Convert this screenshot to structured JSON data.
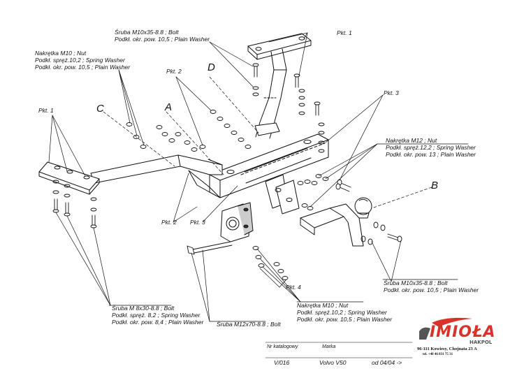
{
  "labels": {
    "bolt_top": [
      "Śruba M10x35-8.8 ; Bolt",
      "Podkł. okr. pow. 10,5 ; Plain Washer"
    ],
    "nut_left": [
      "Nakrętka M10 ; Nut",
      "Podkł. spręż.10,2 ; Spring Washer",
      "Podkł. okr. pow. 10,5 ; Plain Washer"
    ],
    "nut_m12": [
      "Nakrętka M12 ; Nut",
      "Podkł. spręż.12,2 ; Spring Washer",
      "Podkł. okr. pow. 13 ; Plain Washer"
    ],
    "bolt_right": [
      "Śruba M10x35-8.8 ; Bolt",
      "Podkł. okr. pow. 10,5 ; Plain Washer"
    ],
    "bolt_m8": [
      "Śruba M 8x30-8.8 ; Bolt",
      "Podkł. spręż. 8,2 ; Spring Washer",
      "Podkł. okr. pow. 8,4 ; Plain Washer"
    ],
    "bolt_m12": "Śruba M12x70-8.8 ; Bolt",
    "nut_bottom": [
      "Nakrętka M10 ; Nut",
      "Podkł. spręż.10,2 ; Spring Washer",
      "Podkł. okr. pow. 10,5 ; Plain Washer"
    ]
  },
  "points": {
    "pkt1_top": "Pkt. 1",
    "pkt1_left": "Pkt. 1",
    "pkt2_top": "Pkt. 2",
    "pkt2_bottom": "Pkt. 2",
    "pkt3_right": "Pkt. 3",
    "pkt3_bottom": "Pkt. 3",
    "pkt4": "Pkt. 4"
  },
  "parts": {
    "a": "A",
    "b": "B",
    "c": "C",
    "d": "D"
  },
  "footer": {
    "catalog_label": "Nr katalogowy",
    "catalog_value": "V/016",
    "brand_label": "Marka",
    "brand_value": "Volvo V50",
    "date": "od 04/04 ->"
  },
  "logo": {
    "name": "IMIOŁA",
    "sub": "HAKPOL",
    "address": "96-111 Kowiesy, Chojnata 23 A",
    "phone": "tel. +48 46 831 75 31",
    "accent": "#d9322b"
  }
}
